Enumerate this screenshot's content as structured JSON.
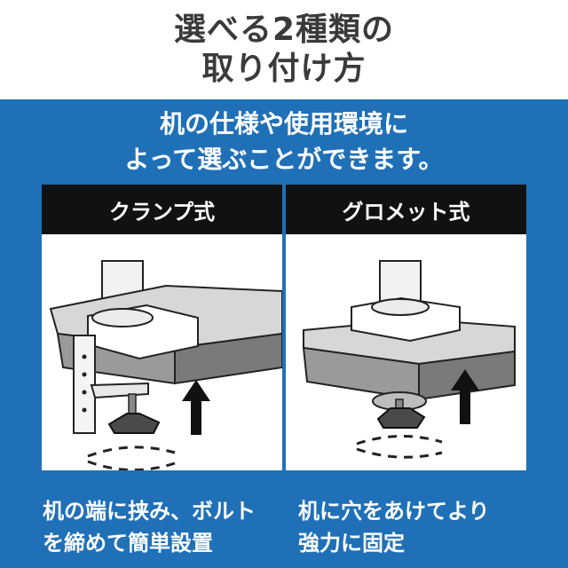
{
  "title": {
    "line1": "選べる2種類の",
    "line2": "取り付け方"
  },
  "subtitle": {
    "line1": "机の仕様や使用環境に",
    "line2": "よって選ぶことができます。"
  },
  "panels": [
    {
      "header": "クランプ式",
      "caption_line1": "机の端に挟み、ボルト",
      "caption_line2": "を締めて簡単設置"
    },
    {
      "header": "グロメット式",
      "caption_line1": "机に穴をあけてより",
      "caption_line2": "強力に固定"
    }
  ],
  "colors": {
    "blue_background": "#2070b8",
    "header_black": "#111111",
    "title_gray": "#3a3a3a"
  }
}
